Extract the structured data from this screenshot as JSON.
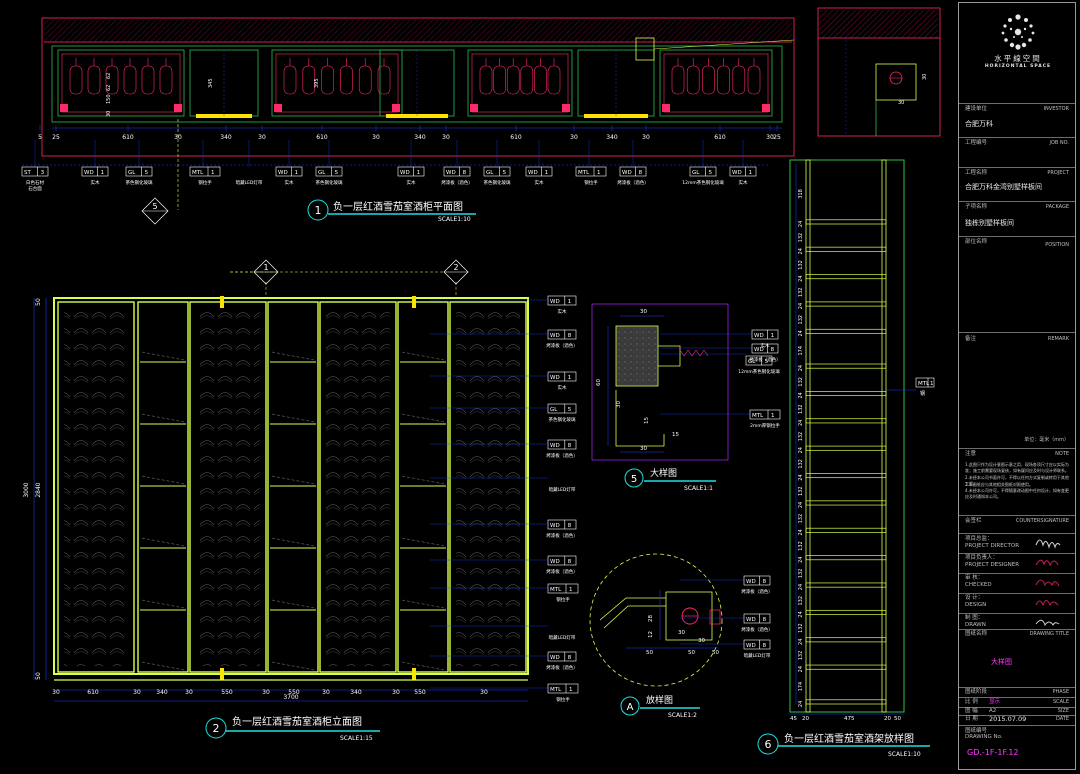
{
  "plan": {
    "number": "1",
    "title": "负一层红酒雪茄室酒柜平面图",
    "scale": "SCALE1:10",
    "dims": [
      "5",
      "25",
      "610",
      "30",
      "340",
      "30",
      "610",
      "30",
      "340",
      "30",
      "610",
      "30",
      "340",
      "30",
      "610",
      "30",
      "25"
    ],
    "vertical_dims": [
      "30",
      "150",
      "62",
      "62",
      "345",
      "395"
    ],
    "tags": [
      {
        "code": "ST",
        "num": "3",
        "note": "白色石材",
        "note2": "石台面"
      },
      {
        "code": "WD",
        "num": "1",
        "note": "实木"
      },
      {
        "code": "GL",
        "num": "5",
        "note": "茶色钢化玻璃"
      },
      {
        "code": "MTL",
        "num": "1",
        "note": "钢拉手"
      },
      {
        "code": "",
        "num": "",
        "note": "暗藏LED灯带"
      },
      {
        "code": "WD",
        "num": "1",
        "note": "实木"
      },
      {
        "code": "GL",
        "num": "5",
        "note": "茶色钢化玻璃"
      },
      {
        "code": "WD",
        "num": "1",
        "note": "实木"
      },
      {
        "code": "WD",
        "num": "8",
        "note": "烤漆板（酒色）"
      },
      {
        "code": "GL",
        "num": "5",
        "note": "茶色钢化玻璃"
      },
      {
        "code": "WD",
        "num": "1",
        "note": "实木"
      },
      {
        "code": "MTL",
        "num": "1",
        "note": "钢拉手"
      },
      {
        "code": "WD",
        "num": "8",
        "note": "烤漆板（酒色）"
      },
      {
        "code": "GL",
        "num": "5",
        "note": "12mm茶色钢化玻璃"
      },
      {
        "code": "WD",
        "num": "1",
        "note": "实木"
      }
    ],
    "section_ref": "5"
  },
  "elevation": {
    "number": "2",
    "title": "负一层红酒雪茄室酒柜立面图",
    "scale": "SCALE1:15",
    "section_markers": [
      "1",
      "2"
    ],
    "bottom_dims": [
      "30",
      "610",
      "30",
      "340",
      "30",
      "550",
      "30",
      "550",
      "30",
      "340",
      "30",
      "550",
      "30"
    ],
    "total_width": "3700",
    "left_dims": [
      "50",
      "3000",
      "2840",
      "50"
    ],
    "tags": [
      {
        "code": "WD",
        "num": "1",
        "note": "实木"
      },
      {
        "code": "WD",
        "num": "8",
        "note": "烤漆板（酒色）"
      },
      {
        "code": "WD",
        "num": "1",
        "note": "实木"
      },
      {
        "code": "GL",
        "num": "5",
        "note": "茶色钢化玻璃"
      },
      {
        "code": "WD",
        "num": "8",
        "note": "烤漆板（酒色）"
      },
      {
        "code": "",
        "num": "",
        "note": "暗藏LED灯带"
      },
      {
        "code": "WD",
        "num": "8",
        "note": "烤漆板（酒色）"
      },
      {
        "code": "WD",
        "num": "8",
        "note": "烤漆板（酒色）"
      },
      {
        "code": "MTL",
        "num": "1",
        "note": "钢拉手"
      },
      {
        "code": "",
        "num": "",
        "note": "暗藏LED灯带"
      },
      {
        "code": "WD",
        "num": "8",
        "note": "烤漆板（酒色）"
      },
      {
        "code": "MTL",
        "num": "1",
        "note": "钢拉手"
      }
    ]
  },
  "detail5": {
    "number": "5",
    "title": "大样图",
    "scale": "SCALE1:1",
    "dims": [
      "30",
      "60",
      "15",
      "30",
      "30",
      "15"
    ],
    "tags": [
      {
        "code": "WD",
        "num": "1",
        "note": "实木"
      },
      {
        "code": "WD",
        "num": "8",
        "note": "烤漆板（酒色）"
      },
      {
        "code": "GL",
        "num": "5",
        "note": "12mm茶色钢化玻璃"
      },
      {
        "code": "MTL",
        "num": "1",
        "note": "2mm厚钢拉手"
      }
    ]
  },
  "detailA": {
    "number": "A",
    "title": "放样图",
    "scale": "SCALE1:2",
    "dims": [
      "28",
      "12",
      "30",
      "50",
      "50",
      "30",
      "50"
    ],
    "tags": [
      {
        "code": "WD",
        "num": "8",
        "note": "烤漆板（酒色）"
      },
      {
        "code": "WD",
        "num": "8",
        "note": "烤漆板（酒色）"
      },
      {
        "code": "WD",
        "num": "8",
        "note": "暗藏LED灯带"
      }
    ]
  },
  "rack": {
    "number": "6",
    "title": "负一层红酒雪茄室酒架放样图",
    "scale": "SCALE1:10",
    "dims": [
      "318",
      "24",
      "132",
      "24",
      "132",
      "24",
      "132",
      "24",
      "132",
      "24",
      "174",
      "24",
      "132",
      "24",
      "132",
      "24",
      "132",
      "24",
      "132",
      "24",
      "132",
      "24",
      "132",
      "24",
      "132",
      "24",
      "132",
      "24",
      "132",
      "24",
      "132",
      "24",
      "132",
      "24",
      "174",
      "24"
    ],
    "bottom_dims": [
      "45",
      "20",
      "475",
      "20",
      "50"
    ],
    "tag": {
      "code": "MTL",
      "num": "1",
      "note": "钢"
    }
  },
  "title_block": {
    "company_cn": "水平線空間",
    "company_en": "HORIZONTAL SPACE",
    "investor_label": "建设单位",
    "investor_en": "INVESTOR",
    "investor": "合肥万科",
    "job_label": "工程编号",
    "job_en": "JOB NO.",
    "project_label": "工程名称",
    "project_en": "PROJECT",
    "project": "合肥万科金湾别墅样板间",
    "package_label": "子项名称",
    "package_en": "PACKAGE",
    "package": "独栋别墅样板间",
    "position_label": "部位名称",
    "position_en": "POSITION",
    "remark_label": "备注",
    "remark_en": "REMARK",
    "unit_line": "单位：毫米（mm）",
    "note_label": "注意",
    "note_en": "NOTE",
    "notes": [
      "1.此图只作为设计意图示意之用，现场各项尺寸应以实际为准；施工前需要现场复核，如有疑问应及时与设计师联系。",
      "2.未经本公司书面许可，不得以任何方式复制或转用于其他工程。",
      "3.本图纸应与其他相关图纸对照使用。",
      "4.未经本公司许可，不得随意改动图中任何设计，如有变更应及时通知本公司。"
    ],
    "countersign_label": "会签栏",
    "countersign_en": "COUNTERSIGNATURE",
    "director_cn": "项目总监：",
    "director_en": "PROJECT DIRECTOR",
    "designer_cn": "项目负责人：",
    "designer_en": "PROJECT DESIGNER",
    "checked_cn": "审 核：",
    "checked_en": "CHECKED",
    "design_cn": "设 计：",
    "design_en": "DESIGN",
    "drawn_cn": "制 图：",
    "drawn_en": "DRAWN",
    "drawing_title_label": "图纸名称",
    "drawing_title_en": "DRAWING TITLE",
    "drawing_title": "大样图",
    "phase_label": "图纸阶段",
    "phase_en": "PHASE",
    "scale_label": "比 例",
    "scale_en": "SCALE",
    "scale_value": "显示",
    "size_label": "图 幅",
    "size_en": "SIZE",
    "size_value": "A2",
    "date_label": "日 期",
    "date_en": "DATE",
    "date_value": "2015.07.09",
    "drawing_no_label": "图纸编号",
    "drawing_no_en": "DRAWING No.",
    "drawing_no": "GD.-1F-1F.12"
  },
  "colors": {
    "cabinet": "#d9ff4a",
    "dimension": "#1a3cff",
    "wall": "#ff2a6a",
    "hatch": "#c2185b",
    "detail": "#a020f0",
    "tag": "#f2f2f2",
    "title_line": "#1ee0e0"
  }
}
